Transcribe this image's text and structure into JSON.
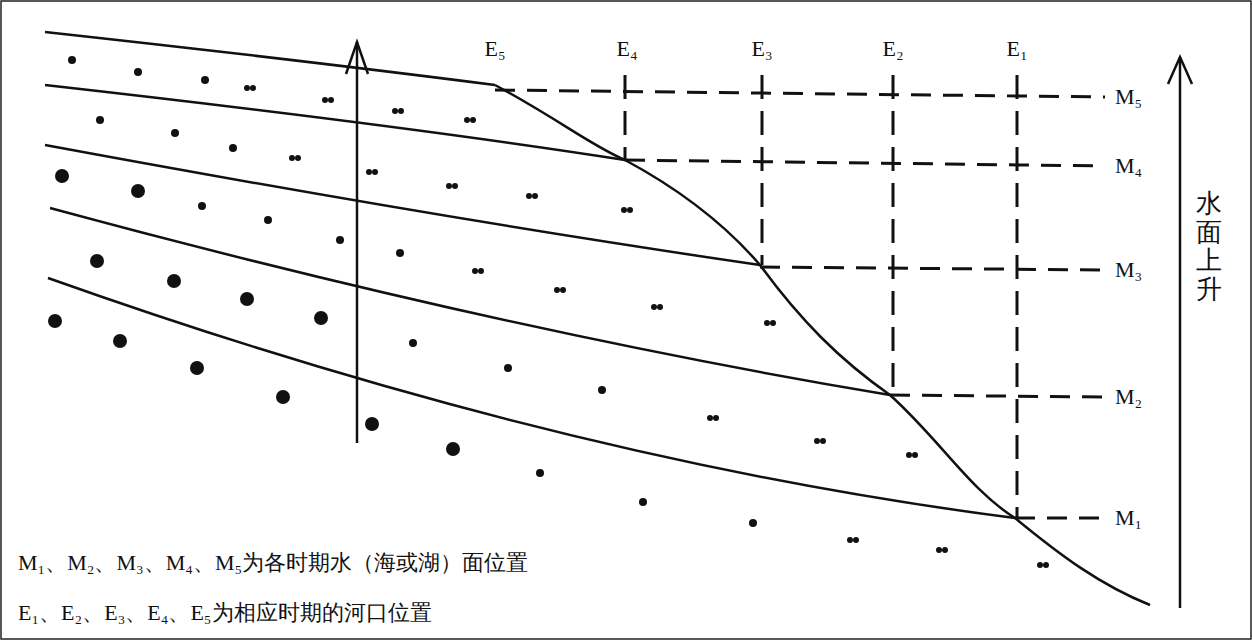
{
  "diagram": {
    "labels": [
      "E₅",
      "E₄",
      "E₃",
      "E₂",
      "E₁",
      "M₅",
      "M₄",
      "M₃",
      "M₂",
      "M₁",
      "水面上升",
      "M₁、M₂、M₃、M₄、M₅为各时期水（海或湖）面位置",
      "E₁、E₂、E₃、E₄、E₅为相应时期的河口位置"
    ]
  }
}
